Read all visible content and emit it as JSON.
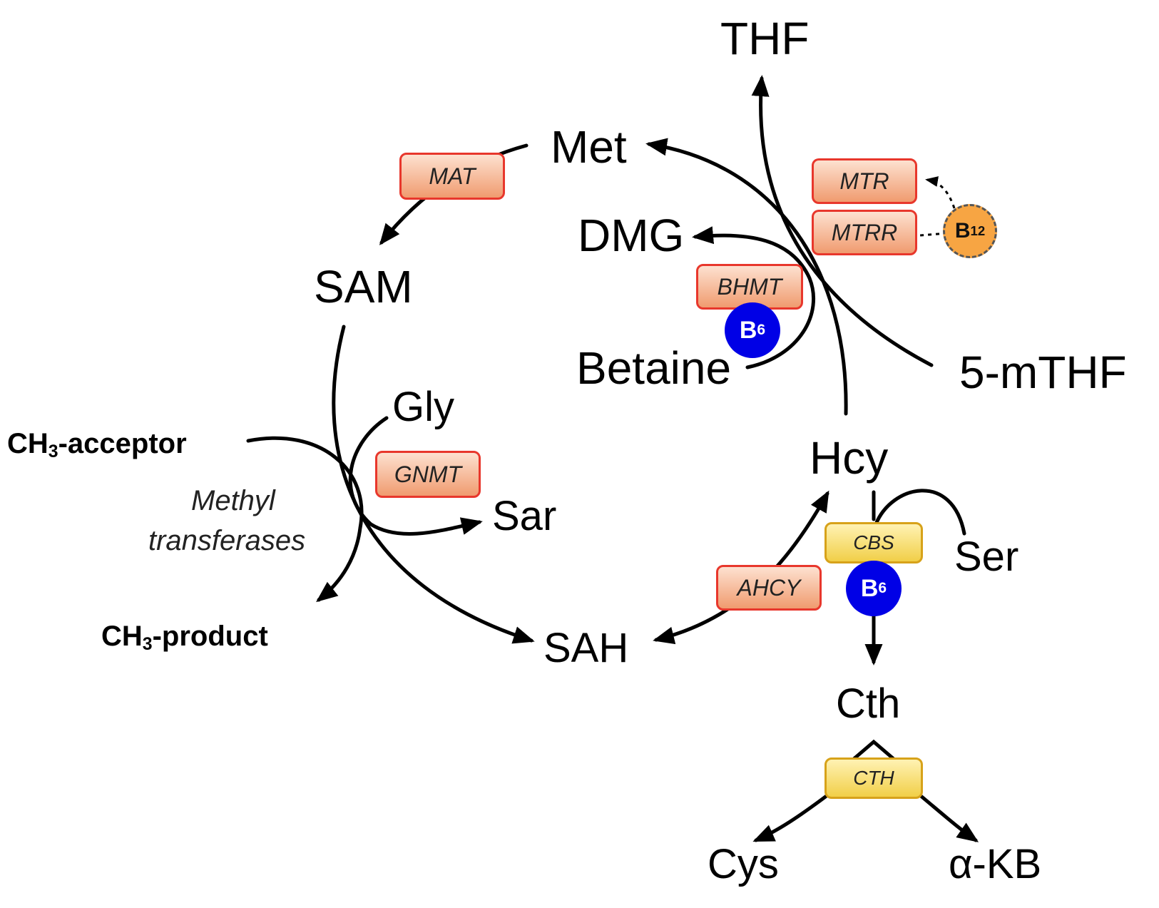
{
  "metabolites": {
    "thf": "THF",
    "met": "Met",
    "dmg": "DMG",
    "sam": "SAM",
    "betaine": "Betaine",
    "five_mthf": "5-mTHF",
    "gly": "Gly",
    "hcy": "Hcy",
    "sar": "Sar",
    "ser": "Ser",
    "sah": "SAH",
    "cth": "Cth",
    "cys": "Cys",
    "akb": "α-KB"
  },
  "methyl": {
    "acceptor_prefix": "CH",
    "acceptor_sub": "3",
    "acceptor_suffix": "-acceptor",
    "product_prefix": "CH",
    "product_sub": "3",
    "product_suffix": "-product",
    "transferases_line1": "Methyl",
    "transferases_line2": "transferases"
  },
  "enzymes": {
    "mat": "MAT",
    "mtr": "MTR",
    "mtrr": "MTRR",
    "bhmt": "BHMT",
    "gnmt": "GNMT",
    "ahcy": "AHCY",
    "cbs": "CBS",
    "cth": "CTH"
  },
  "cofactors": {
    "b6_letter": "B",
    "b6_sub": "6",
    "b12_letter": "B",
    "b12_sub": "12"
  },
  "colors": {
    "enzyme_red_fill": "#f09b6f",
    "enzyme_red_border": "#e8372c",
    "enzyme_yellow_fill": "#f1cf48",
    "enzyme_yellow_border": "#d7a21a",
    "b6": "#0000e6",
    "b12": "#f7a543"
  }
}
